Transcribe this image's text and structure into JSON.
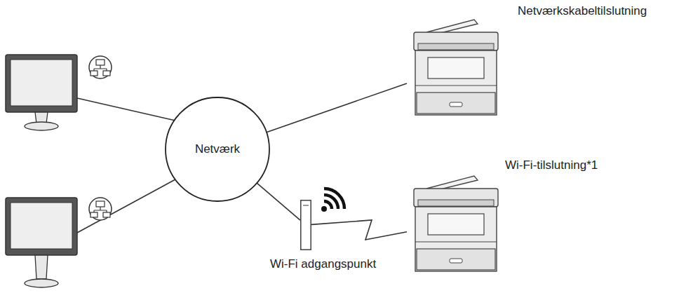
{
  "diagram": {
    "nodes": [
      {
        "text": [
          "Netværk"
        ]
      },
      {
        "text": [
          "Netværkskabeltilslutning"
        ]
      },
      {
        "text": [
          "Wi-Fi-tilslutning*1"
        ]
      },
      {
        "text": [
          "Wi-Fi adgangspunkt"
        ]
      }
    ],
    "edges": [
      {
        "from": 0,
        "to": 1,
        "arrow": "none"
      },
      {
        "from": 0,
        "to": 3,
        "arrow": "none"
      },
      {
        "from": 3,
        "to": 2,
        "arrow": "none"
      }
    ]
  }
}
